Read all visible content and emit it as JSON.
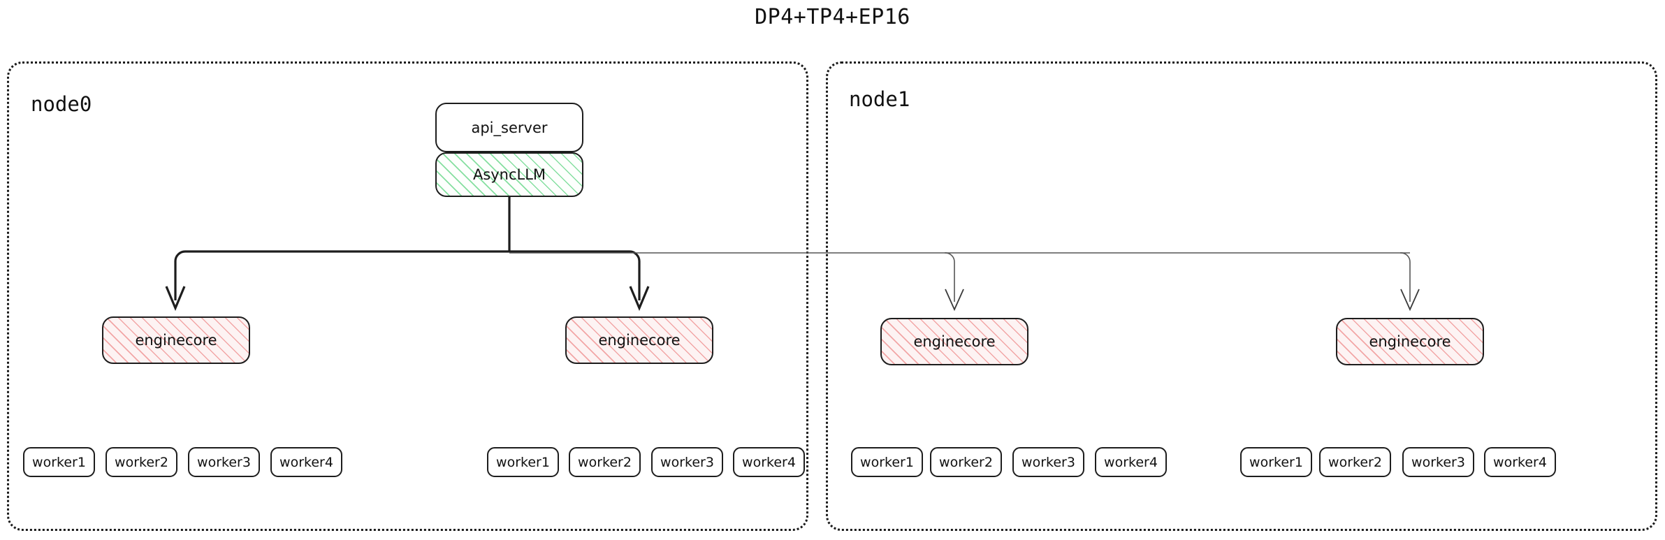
{
  "title": "DP4+TP4+EP16",
  "colors": {
    "stroke_dark": "#1d1d1d",
    "stroke_light": "#555555",
    "hatch_green": "#85dfa0",
    "hatch_pink": "#f2a6a6",
    "async_llm_fill": "#fdfffd",
    "enginecore_fill": "#fdf3f3",
    "container_border": "#1a1a1a",
    "background": "#ffffff"
  },
  "nodes": [
    {
      "id": "node0",
      "label": "node0",
      "top_boxes": [
        {
          "id": "api_server",
          "label": "api_server"
        },
        {
          "id": "async_llm",
          "label": "AsyncLLM"
        }
      ],
      "enginecores": [
        {
          "id": "node0-enginecore-0",
          "label": "enginecore"
        },
        {
          "id": "node0-enginecore-1",
          "label": "enginecore"
        }
      ],
      "worker_groups": [
        {
          "id": "node0-workers-0",
          "workers": [
            "worker1",
            "worker2",
            "worker3",
            "worker4"
          ]
        },
        {
          "id": "node0-workers-1",
          "workers": [
            "worker1",
            "worker2",
            "worker3",
            "worker4"
          ]
        }
      ]
    },
    {
      "id": "node1",
      "label": "node1",
      "top_boxes": [],
      "enginecores": [
        {
          "id": "node1-enginecore-0",
          "label": "enginecore"
        },
        {
          "id": "node1-enginecore-1",
          "label": "enginecore"
        }
      ],
      "worker_groups": [
        {
          "id": "node1-workers-0",
          "workers": [
            "worker1",
            "worker2",
            "worker3",
            "worker4"
          ]
        },
        {
          "id": "node1-workers-1",
          "workers": [
            "worker1",
            "worker2",
            "worker3",
            "worker4"
          ]
        }
      ]
    }
  ]
}
